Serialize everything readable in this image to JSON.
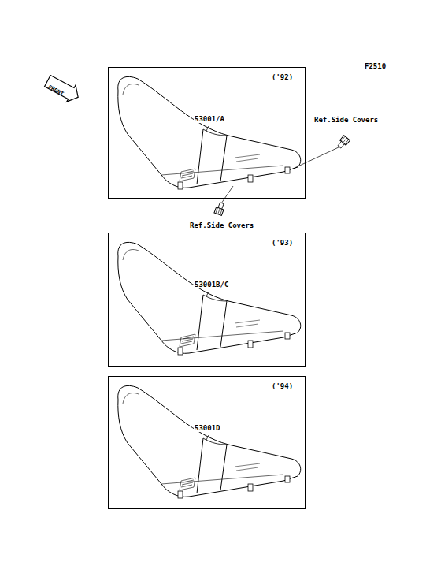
{
  "diagram": {
    "nodes": [
      {
        "text": [
          "('92)",
          "53001/A"
        ]
      },
      {
        "text": [
          "('93)",
          "53001B/C"
        ]
      },
      {
        "text": [
          "('94)",
          "53001D"
        ]
      }
    ],
    "labels": [
      "F2510",
      "FRONT",
      "Ref.Side Covers",
      "Ref.Side Covers"
    ]
  }
}
